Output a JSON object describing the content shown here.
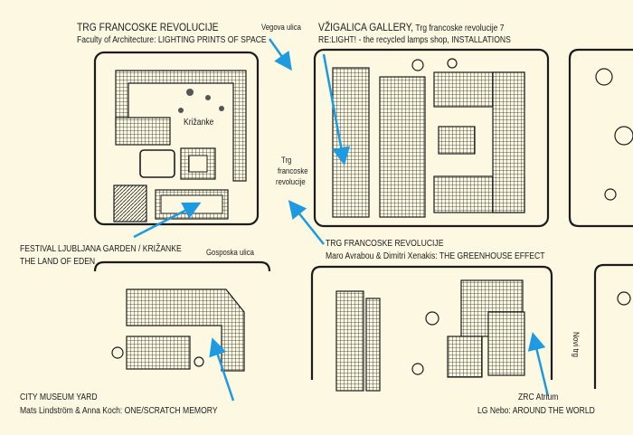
{
  "colors": {
    "background": "#fcf8e2",
    "ink": "#1c1c1c",
    "arrow": "#1e9be0"
  },
  "locations": {
    "trg_top": {
      "title": "TRG FRANCOSKE REVOLUCIJE",
      "subtitle": "Faculty of Architecture: LIGHTING PRINTS OF SPACE"
    },
    "vzigalica": {
      "title_main": "VŽIGALICA GALLERY,",
      "title_rest": " Trg francoske revolucije 7",
      "subtitle": "RE:LIGHT! - the recycled lamps shop, INSTALLATIONS"
    },
    "festival": {
      "line1": "FESTIVAL LJUBLJANA GARDEN / KRIŽANKE",
      "line2": "THE LAND OF EDEN"
    },
    "trg_bottom": {
      "title": "TRG FRANCOSKE REVOLUCIJE",
      "subtitle": "Maro Avrabou & Dimitri Xenakis: THE GREENHOUSE EFFECT"
    },
    "city_museum": {
      "title": "CITY MUSEUM YARD",
      "subtitle": "Mats Lindström & Anna Koch: ONE/SCRATCH MEMORY"
    },
    "zrc": {
      "title": "ZRC Atrium",
      "subtitle": "LG Nebo: AROUND THE WORLD"
    }
  },
  "streets": {
    "vegova": "Vegova ulica",
    "krizanke": "Križanke",
    "trg_line1": "Trg",
    "trg_line2": "francoske",
    "trg_line3": "revolucije",
    "gosposka": "Gosposka ulica",
    "novi_trg": "Novi trg"
  }
}
